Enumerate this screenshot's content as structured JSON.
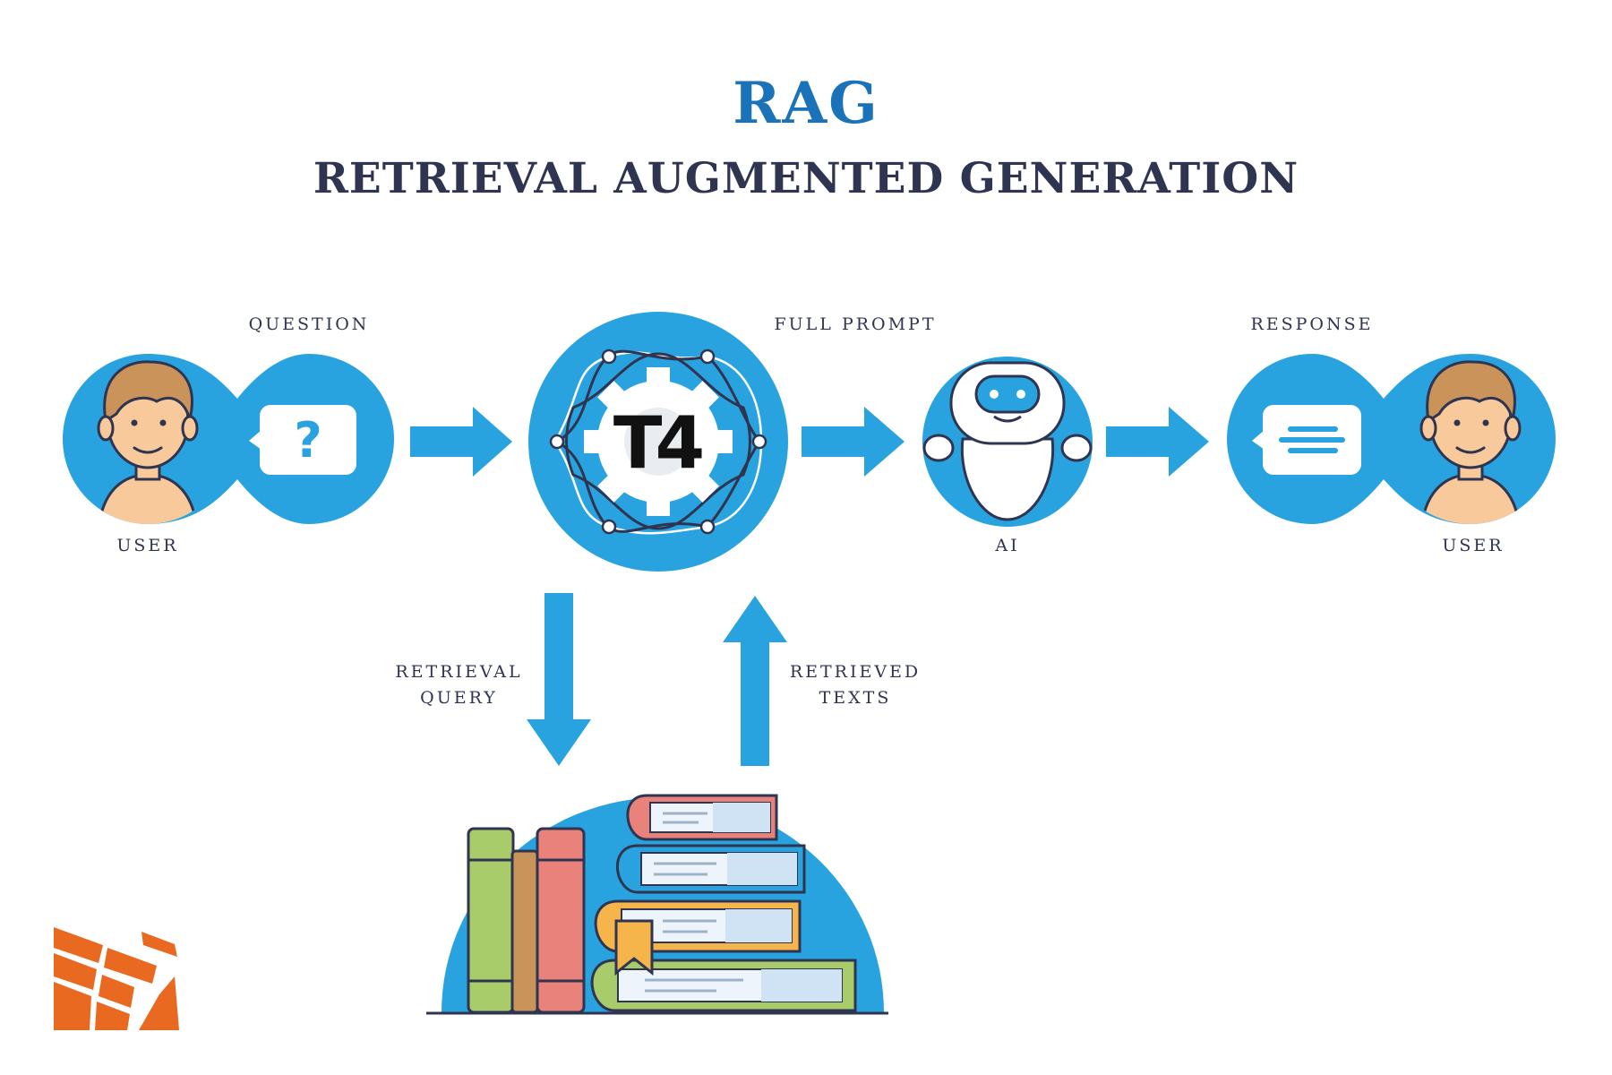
{
  "header": {
    "title": "RAG",
    "subtitle": "RETRIEVAL AUGMENTED GENERATION"
  },
  "labels": {
    "question": "QUESTION",
    "full_prompt": "FULL PROMPT",
    "response": "RESPONSE",
    "user_left": "USER",
    "ai": "AI",
    "user_right": "USER",
    "retrieval_query_line1": "RETRIEVAL",
    "retrieval_query_line2": "QUERY",
    "retrieved_texts_line1": "RETRIEVED",
    "retrieved_texts_line2": "TEXTS"
  },
  "center_node": {
    "mark": "T4"
  },
  "icons": {
    "user_left": "user-avatar-icon",
    "question_bubble": "question-bubble-icon",
    "processor": "gear-network-icon",
    "robot": "robot-icon",
    "response_bubble": "response-bubble-icon",
    "user_right": "user-avatar-icon",
    "knowledge_base": "books-stack-icon",
    "logo": "brand-logo-icon"
  },
  "colors": {
    "accent_blue": "#29a3df",
    "title_blue": "#1a72b8",
    "text_dark": "#2f3450",
    "skin": "#f8c99a",
    "hair": "#c9935a",
    "logo_orange": "#e8691f"
  }
}
